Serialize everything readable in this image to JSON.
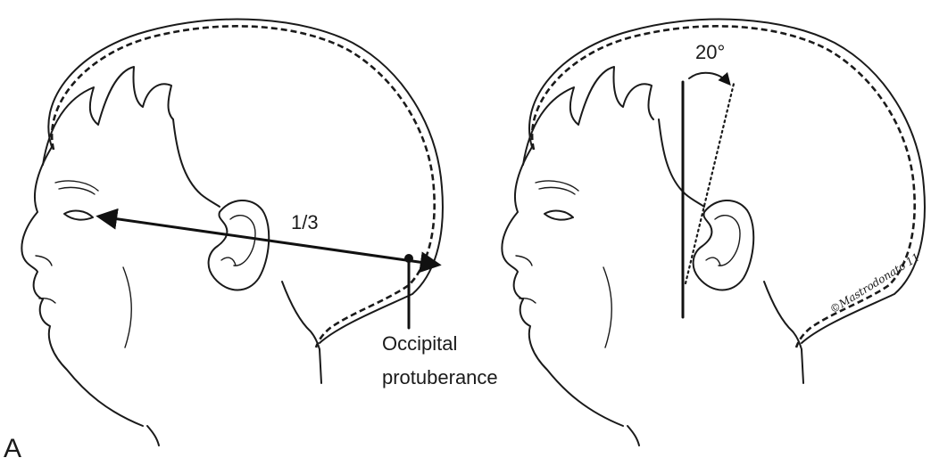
{
  "figure": {
    "panel_label": "A",
    "left_panel": {
      "fraction_label": "1/3",
      "landmark_label_line1": "Occipital",
      "landmark_label_line2": "protuberance"
    },
    "right_panel": {
      "angle_label": "20°",
      "signature": "©Mastrodonato'11"
    }
  }
}
